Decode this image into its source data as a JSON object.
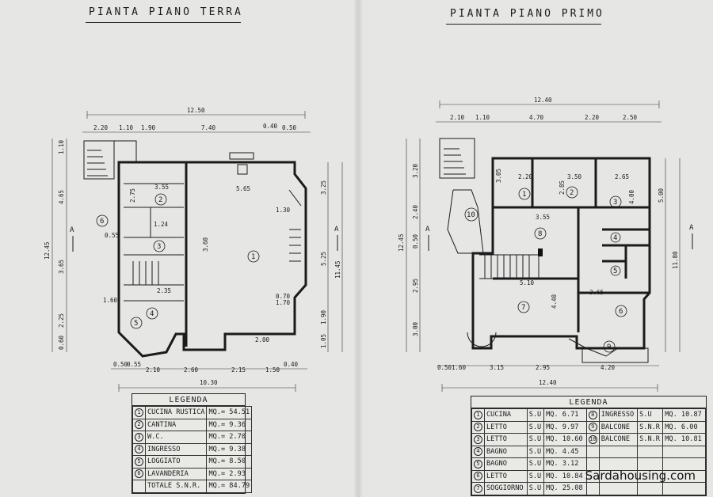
{
  "titles": {
    "ground": "PIANTA  PIANO  TERRA",
    "first": "PIANTA  PIANO  PRIMO"
  },
  "ground_plan": {
    "dims_top": {
      "overall": "12.50",
      "a": "2.20",
      "b": "1.10",
      "c": "1.90",
      "d": "7.40",
      "e": "0.40",
      "f": "0.50"
    },
    "dims_bottom": {
      "a": "0.50",
      "b": "0.55",
      "c": "2.10",
      "d": "2.60",
      "e": "2.15",
      "f": "1.50",
      "g": "0.40",
      "overall": "10.30"
    },
    "dims_left": {
      "a": "1.10",
      "b": "4.65",
      "c": "3.65",
      "d": "2.25",
      "e": "0.60",
      "overall": "12.45"
    },
    "dims_right": {
      "a": "3.25",
      "b": "5.25",
      "c": "1.90",
      "d": "1.05",
      "overall": "11.45"
    },
    "inner_dims": {
      "kitchen_w": "5.65",
      "kitchen_h": "3.60",
      "d1": "3.55",
      "d2": "2.35",
      "d3": "1.24",
      "d4": "2.75",
      "d5": "0.55",
      "d6": "1.30",
      "d7": "0.70",
      "d8": "1.70",
      "d9": "2.00",
      "d10": "1.60"
    },
    "section_mark": "A",
    "rooms": [
      "1",
      "2",
      "3",
      "4",
      "5",
      "6"
    ]
  },
  "first_plan": {
    "dims_top": {
      "overall": "12.40",
      "a": "2.10",
      "b": "1.10",
      "c": "4.70",
      "d": "2.20",
      "e": "2.50"
    },
    "dims_bottom": {
      "a": "0.50",
      "b": "1.60",
      "c": "3.15",
      "d": "2.95",
      "e": "4.20",
      "overall": "12.40"
    },
    "dims_left": {
      "a": "3.20",
      "b": "2.40",
      "c": "0.50",
      "d": "2.95",
      "e": "3.00",
      "overall": "12.45"
    },
    "dims_right": {
      "a": "5.00",
      "overall": "11.80"
    },
    "inner_dims": {
      "r1": "3.05",
      "r2": "3.50",
      "r3": "2.65",
      "r4": "3.55",
      "r5": "5.10",
      "r6": "3.65",
      "r7": "4.40",
      "r8": "2.20",
      "r9": "2.85",
      "r10": "4.00"
    },
    "section_mark": "A",
    "rooms": [
      "1",
      "2",
      "3",
      "4",
      "5",
      "6",
      "7",
      "8",
      "9",
      "10"
    ]
  },
  "legend_ground": {
    "title": "LEGENDA",
    "rows": [
      {
        "n": "1",
        "name": "CUCINA RUSTICA",
        "area": "MQ.= 54.51"
      },
      {
        "n": "2",
        "name": "CANTINA",
        "area": "MQ.= 9.36"
      },
      {
        "n": "3",
        "name": "W.C.",
        "area": "MQ.= 2.70"
      },
      {
        "n": "4",
        "name": "INGRESSO",
        "area": "MQ.= 9.38"
      },
      {
        "n": "5",
        "name": "LOGGIATO",
        "area": "MQ.= 8.50"
      },
      {
        "n": "6",
        "name": "LAVANDERIA",
        "area": "MQ.= 2.93"
      },
      {
        "n": "",
        "name": "TOTALE S.N.R.",
        "area": "MQ.= 84.79"
      }
    ]
  },
  "legend_first": {
    "title": "LEGENDA",
    "left": [
      {
        "n": "1",
        "name": "CUCINA",
        "type": "S.U",
        "area": "MQ. 6.71"
      },
      {
        "n": "2",
        "name": "LETTO",
        "type": "S.U",
        "area": "MQ. 9.97"
      },
      {
        "n": "3",
        "name": "LETTO",
        "type": "S.U",
        "area": "MQ. 10.60"
      },
      {
        "n": "4",
        "name": "BAGNO",
        "type": "S.U",
        "area": "MQ. 4.45"
      },
      {
        "n": "5",
        "name": "BAGNO",
        "type": "S.U",
        "area": "MQ. 3.12"
      },
      {
        "n": "6",
        "name": "LETTO",
        "type": "S.U",
        "area": "MQ. 10.84"
      },
      {
        "n": "7",
        "name": "SOGGIORNO",
        "type": "S.U",
        "area": "MQ. 25.08"
      }
    ],
    "right": [
      {
        "n": "8",
        "name": "INGRESSO",
        "type": "S.U",
        "area": "MQ. 10.87"
      },
      {
        "n": "9",
        "name": "BALCONE",
        "type": "S.N.R",
        "area": "MQ. 6.00"
      },
      {
        "n": "10",
        "name": "BALCONE",
        "type": "S.N.R",
        "area": "MQ. 10.81"
      }
    ]
  },
  "watermark": "Sardahousing.com"
}
